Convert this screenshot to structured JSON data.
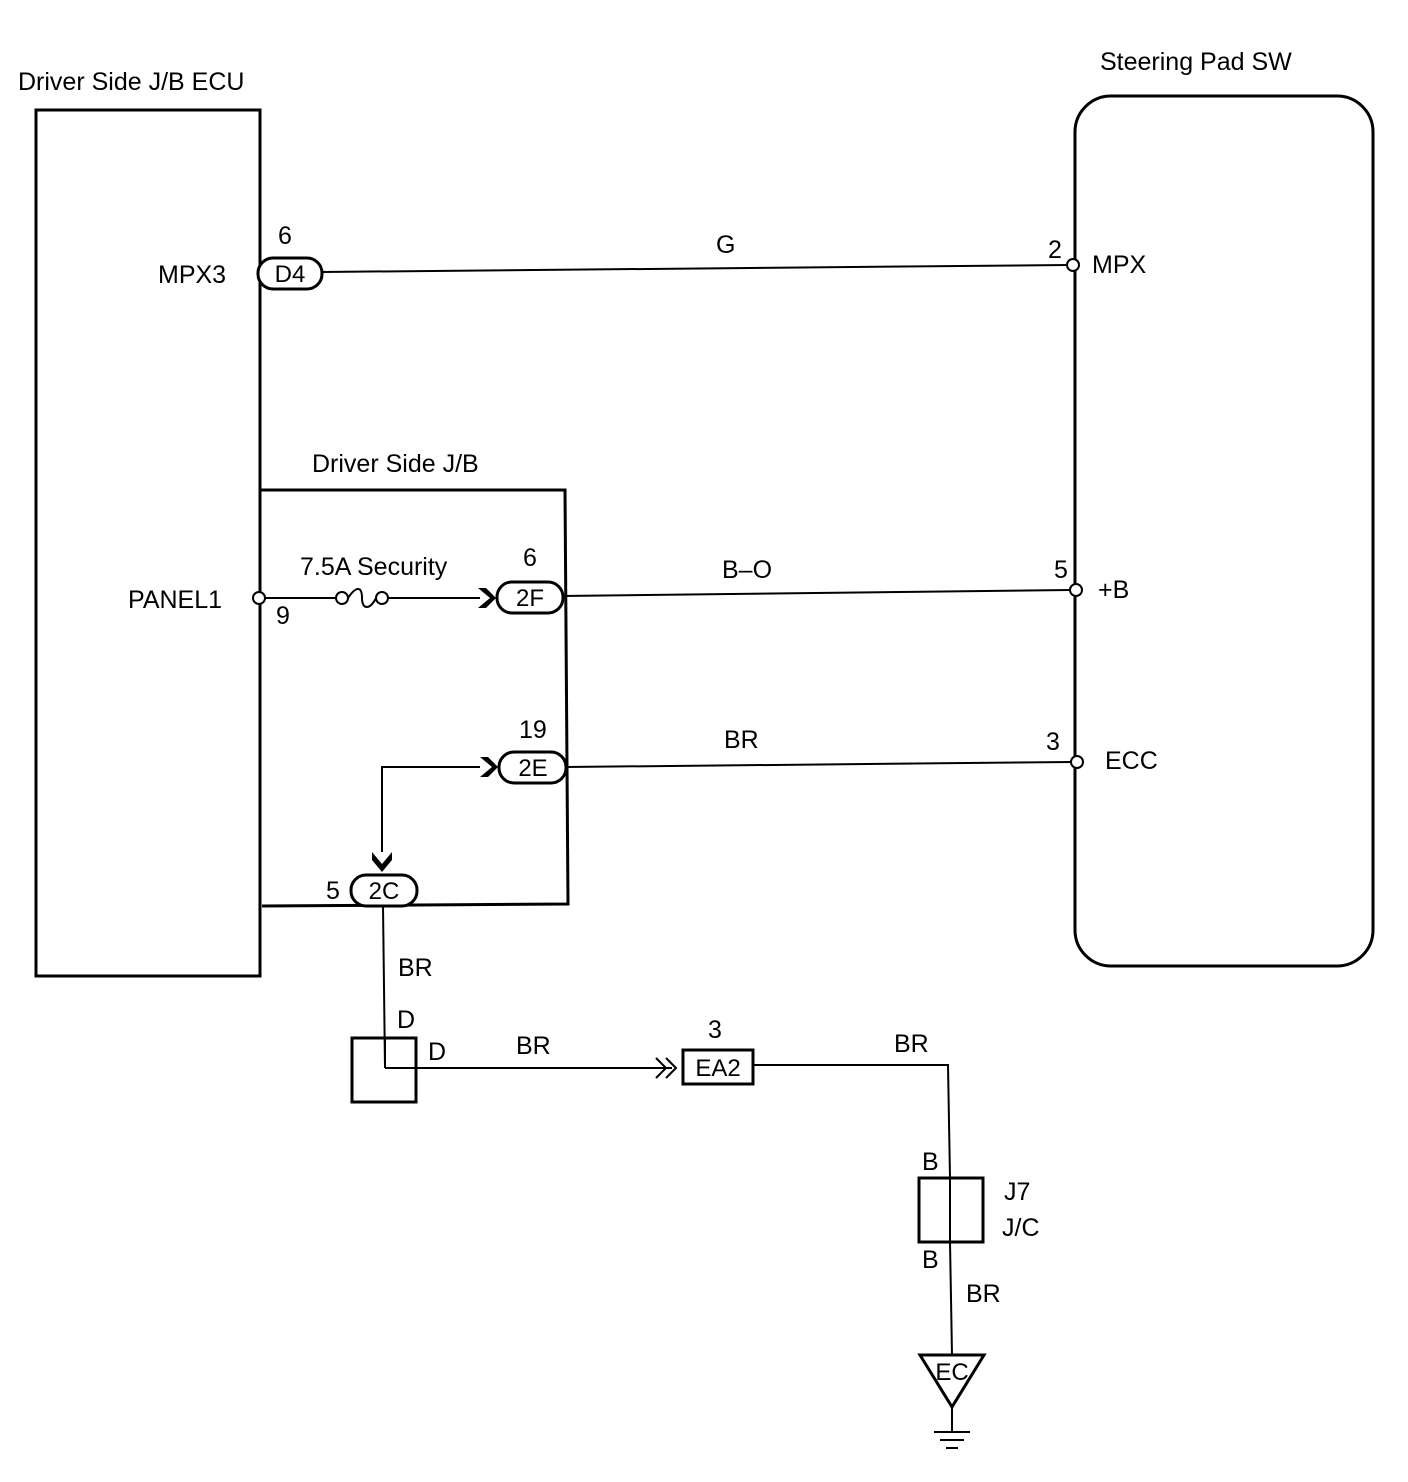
{
  "components": {
    "ecu_title": "Driver Side J/B ECU",
    "steering_title": "Steering Pad SW",
    "jb_title": "Driver Side J/B",
    "junction_connector": {
      "id": "J7",
      "type": "J/C"
    }
  },
  "ecu_terminals": {
    "mpx3": "MPX3",
    "panel1": "PANEL1"
  },
  "switch_terminals": {
    "mpx": "MPX",
    "plus_b": "+B",
    "ecc": "ECC"
  },
  "connectors": {
    "d4": {
      "code": "D4",
      "pin": "6"
    },
    "panel_pin": "9",
    "f2": {
      "code": "2F",
      "pin": "6"
    },
    "e2": {
      "code": "2E",
      "pin": "19"
    },
    "c2": {
      "code": "2C",
      "pin": "5"
    },
    "ea2": {
      "code": "EA2",
      "pin": "3"
    },
    "sw_mpx_pin": "2",
    "sw_b_pin": "5",
    "sw_ecc_pin": "3"
  },
  "fuse": {
    "label": "7.5A Security"
  },
  "wires": {
    "mpx_color": "G",
    "b_color": "B–O",
    "ecc_color": "BR",
    "ground_vertical_color": "BR",
    "to_ea2_color": "BR",
    "ea2_out_color": "BR",
    "ground_color": "BR"
  },
  "junction_labels": {
    "d_top": "D",
    "d_right": "D",
    "b_top": "B",
    "b_bottom": "B"
  },
  "ground": {
    "code": "EC"
  }
}
